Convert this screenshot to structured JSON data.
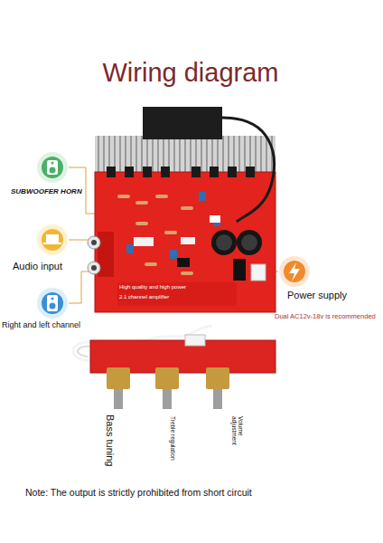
{
  "diagram": {
    "title": "Wiring diagram",
    "labels": [
      "SUBWOOFER HORN",
      "Audio input",
      "Right and left channel",
      "Power supply",
      "Dual AC12v-18v is recommended",
      "High quality and high power",
      "2.1 channel amplifier",
      "Bass tuning",
      "Treble regulation",
      "Volume adjustment",
      "Note: The output is strictly prohibited from short circuit"
    ]
  }
}
